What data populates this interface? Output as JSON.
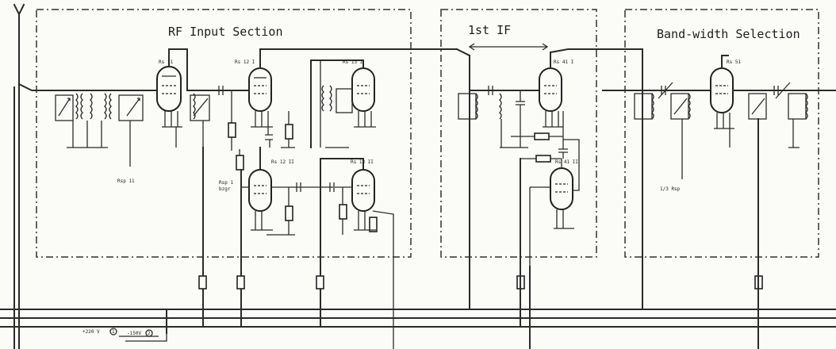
{
  "sections": {
    "rf_input": "RF Input Section",
    "first_if": "1st IF",
    "bandwidth": "Band-width Selection"
  },
  "labels": {
    "rs11": "Rs 11",
    "rs12": "Rs 12 I",
    "rs13": "Rs 13 I",
    "rs12b": "Rs 12 II",
    "rs13b": "Rs 13 II",
    "rs41": "Rs 41 I",
    "rs41b": "Rs 41 II",
    "rs51": "Rs 51",
    "rsp11": "Rsp 11",
    "rsp1": "Rsp 1",
    "bsgr": "bzgr",
    "rsp13": "1/3 Rsp",
    "v220": "+220 V",
    "v220_num": "1",
    "neg": "-150V",
    "neg_num": "2"
  }
}
